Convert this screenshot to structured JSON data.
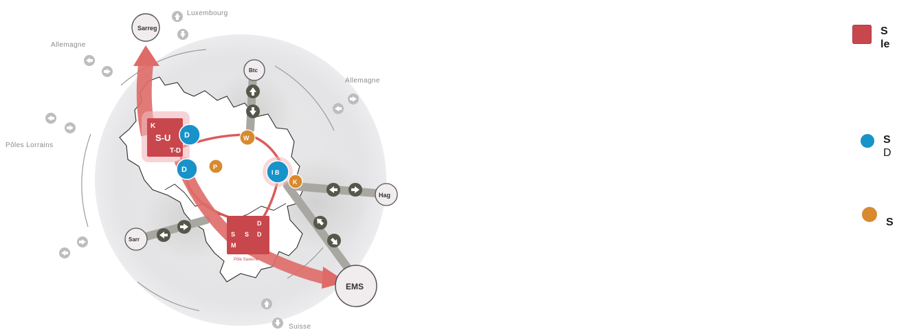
{
  "external_labels": {
    "luxembourg": "Luxembourg",
    "allemagne_nw": "Allemagne",
    "allemagne_ne": "Allemagne",
    "poles_lorrains": "Pôles Lorrains",
    "suisse": "Suisse"
  },
  "nodes": {
    "sarreg": "Sarreg",
    "bitche": "Btc",
    "haguenau": "Hag",
    "saverne_left": "Sarr",
    "ems": "EMS"
  },
  "red_hub_nw": {
    "top": "K",
    "middle": "S-U",
    "bottom": "T-D"
  },
  "red_hub_s": {
    "left_top": "S",
    "left_mid": "S",
    "left_bot": "M",
    "right_top": "D",
    "right_bot": "D",
    "caption": "Pôle Saverne"
  },
  "blue_nodes": {
    "d_north": "D",
    "d_south": "D",
    "ib": "I B"
  },
  "orange_nodes": {
    "w": "W",
    "p": "P",
    "k": "K"
  },
  "legend": [
    {
      "kind": "red-square",
      "text": "S\nle"
    },
    {
      "kind": "blue-circle",
      "text_bold": "S",
      "text_regular": "D"
    },
    {
      "kind": "orange-circle",
      "text": "S"
    }
  ],
  "colors": {
    "red": "#c8474d",
    "blue": "#1793c9",
    "orange": "#d88a2e",
    "arrow_dark": "#54574a"
  }
}
